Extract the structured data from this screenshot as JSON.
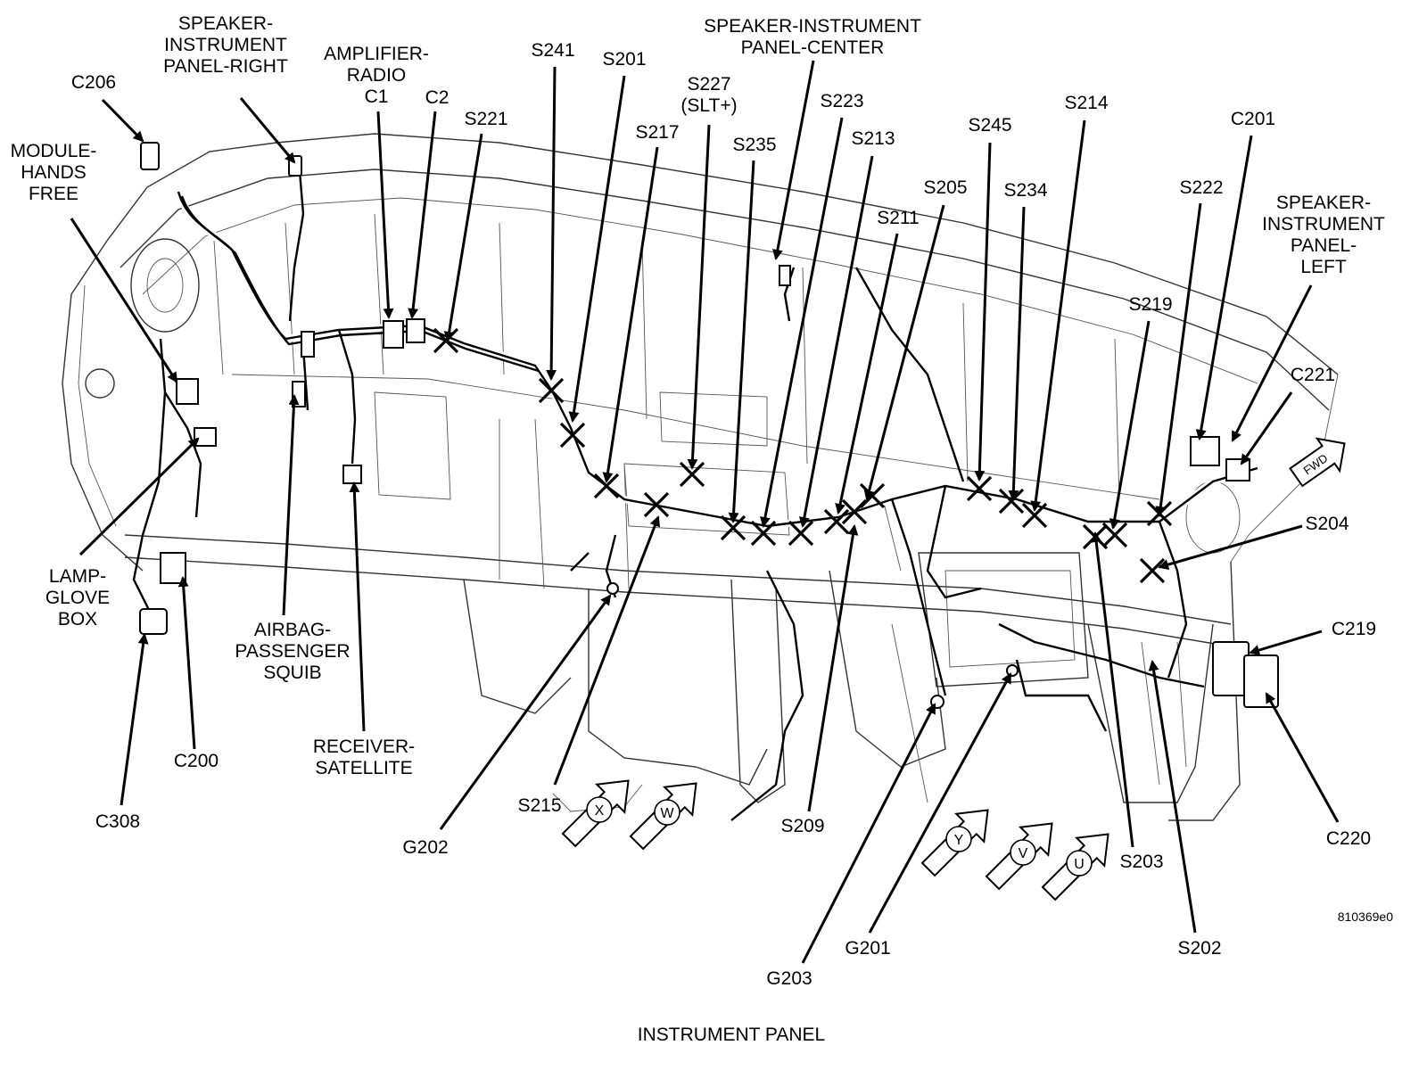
{
  "figure": {
    "caption": "INSTRUMENT PANEL",
    "figure_id": "810369e0",
    "forward_marker": "FWD"
  },
  "labels": [
    {
      "key": "c206",
      "lines": [
        "C206"
      ]
    },
    {
      "key": "speaker-ip-right",
      "lines": [
        "SPEAKER-",
        "INSTRUMENT",
        "PANEL-RIGHT"
      ]
    },
    {
      "key": "amplifier-radio",
      "lines": [
        "AMPLIFIER-",
        "RADIO",
        "C1"
      ]
    },
    {
      "key": "c2",
      "lines": [
        "C2"
      ]
    },
    {
      "key": "s221",
      "lines": [
        "S221"
      ]
    },
    {
      "key": "s241",
      "lines": [
        "S241"
      ]
    },
    {
      "key": "s201",
      "lines": [
        "S201"
      ]
    },
    {
      "key": "speaker-ip-center",
      "lines": [
        "SPEAKER-INSTRUMENT",
        "PANEL-CENTER"
      ]
    },
    {
      "key": "s227",
      "lines": [
        "S227",
        "(SLT+)"
      ]
    },
    {
      "key": "s217",
      "lines": [
        "S217"
      ]
    },
    {
      "key": "s235",
      "lines": [
        "S235"
      ]
    },
    {
      "key": "s223",
      "lines": [
        "S223"
      ]
    },
    {
      "key": "s213",
      "lines": [
        "S213"
      ]
    },
    {
      "key": "s211",
      "lines": [
        "S211"
      ]
    },
    {
      "key": "s205",
      "lines": [
        "S205"
      ]
    },
    {
      "key": "s245",
      "lines": [
        "S245"
      ]
    },
    {
      "key": "s234",
      "lines": [
        "S234"
      ]
    },
    {
      "key": "s214",
      "lines": [
        "S214"
      ]
    },
    {
      "key": "c201",
      "lines": [
        "C201"
      ]
    },
    {
      "key": "s222",
      "lines": [
        "S222"
      ]
    },
    {
      "key": "speaker-ip-left",
      "lines": [
        "SPEAKER-",
        "INSTRUMENT",
        "PANEL-",
        "LEFT"
      ]
    },
    {
      "key": "s219",
      "lines": [
        "S219"
      ]
    },
    {
      "key": "c221",
      "lines": [
        "C221"
      ]
    },
    {
      "key": "module-hands-free",
      "lines": [
        "MODULE-",
        "HANDS",
        "FREE"
      ]
    },
    {
      "key": "s204",
      "lines": [
        "S204"
      ]
    },
    {
      "key": "lamp-glove-box",
      "lines": [
        "LAMP-",
        "GLOVE",
        "BOX"
      ]
    },
    {
      "key": "airbag-passenger-squib",
      "lines": [
        "AIRBAG-",
        "PASSENGER",
        "SQUIB"
      ]
    },
    {
      "key": "receiver-satellite",
      "lines": [
        "RECEIVER-",
        "SATELLITE"
      ]
    },
    {
      "key": "c219",
      "lines": [
        "C219"
      ]
    },
    {
      "key": "c200",
      "lines": [
        "C200"
      ]
    },
    {
      "key": "c308",
      "lines": [
        "C308"
      ]
    },
    {
      "key": "s215",
      "lines": [
        "S215"
      ]
    },
    {
      "key": "g202",
      "lines": [
        "G202"
      ]
    },
    {
      "key": "s209",
      "lines": [
        "S209"
      ]
    },
    {
      "key": "g203",
      "lines": [
        "G203"
      ]
    },
    {
      "key": "g201",
      "lines": [
        "G201"
      ]
    },
    {
      "key": "s203",
      "lines": [
        "S203"
      ]
    },
    {
      "key": "s202",
      "lines": [
        "S202"
      ]
    },
    {
      "key": "c220",
      "lines": [
        "C220"
      ]
    }
  ],
  "view_markers": [
    "X",
    "W",
    "Y",
    "V",
    "U"
  ]
}
